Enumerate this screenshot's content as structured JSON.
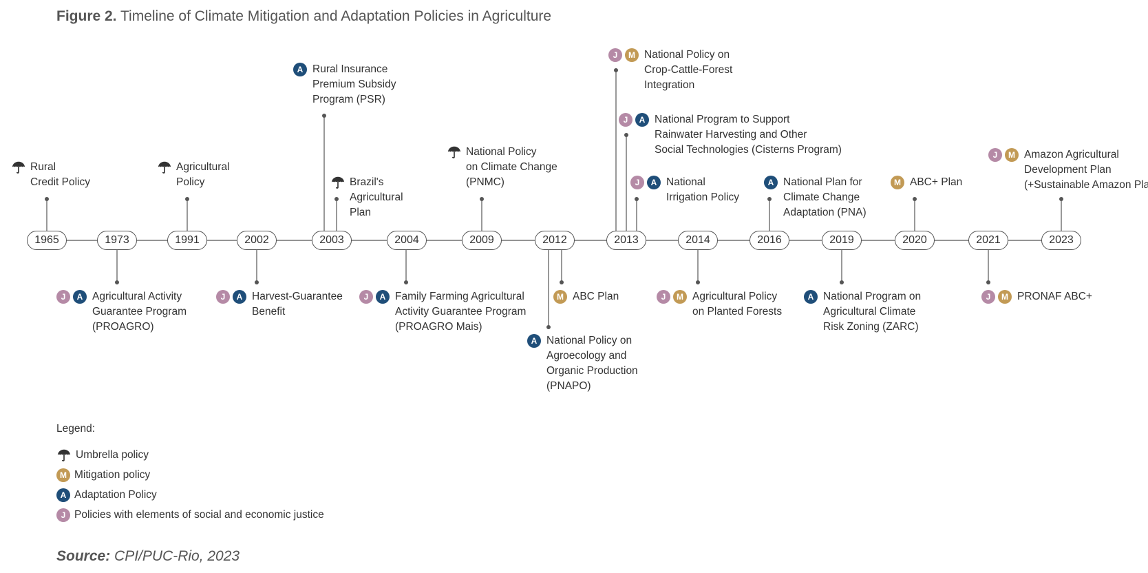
{
  "title": {
    "prefix": "Figure 2.",
    "text": "Timeline of Climate Mitigation and Adaptation Policies in Agriculture"
  },
  "source": {
    "prefix": "Source:",
    "text": "CPI/PUC-Rio, 2023"
  },
  "colors": {
    "justice": "#b58aa6",
    "adaptation": "#1f4e79",
    "mitigation": "#c29a55",
    "line": "#555555",
    "text": "#333333"
  },
  "years": [
    "1965",
    "1973",
    "1991",
    "2002",
    "2003",
    "2004",
    "2009",
    "2012",
    "2013",
    "2014",
    "2016",
    "2019",
    "2020",
    "2021",
    "2023"
  ],
  "events": [
    {
      "year": "1965",
      "badges": [
        "U"
      ],
      "lines": [
        "Rural",
        "Credit Policy"
      ]
    },
    {
      "year": "1973",
      "badges": [
        "J",
        "A"
      ],
      "lines": [
        "Agricultural Activity",
        "Guarantee Program",
        "(PROAGRO)"
      ]
    },
    {
      "year": "1991",
      "badges": [
        "U"
      ],
      "lines": [
        "Agricultural",
        "Policy"
      ]
    },
    {
      "year": "2002",
      "badges": [
        "J",
        "A"
      ],
      "lines": [
        "Harvest-Guarantee",
        "Benefit"
      ]
    },
    {
      "year": "2003",
      "badges": [
        "A"
      ],
      "lines": [
        "Rural Insurance",
        "Premium Subsidy",
        "Program (PSR)"
      ]
    },
    {
      "year": "2003",
      "badges": [
        "U"
      ],
      "lines": [
        "Brazil's",
        "Agricultural",
        "Plan"
      ]
    },
    {
      "year": "2004",
      "badges": [
        "J",
        "A"
      ],
      "lines": [
        "Family Farming Agricultural",
        "Activity Guarantee Program",
        "(PROAGRO Mais)"
      ]
    },
    {
      "year": "2009",
      "badges": [
        "U"
      ],
      "lines": [
        "National Policy",
        "on Climate Change",
        "(PNMC)"
      ]
    },
    {
      "year": "2012",
      "badges": [
        "M"
      ],
      "lines": [
        "ABC Plan"
      ]
    },
    {
      "year": "2012",
      "badges": [
        "A"
      ],
      "lines": [
        "National Policy on",
        "Agroecology and",
        "Organic Production",
        "(PNAPO)"
      ]
    },
    {
      "year": "2013",
      "badges": [
        "J",
        "M"
      ],
      "lines": [
        "National Policy on",
        "Crop-Cattle-Forest",
        "Integration"
      ]
    },
    {
      "year": "2013",
      "badges": [
        "J",
        "A"
      ],
      "lines": [
        "National Program to Support",
        "Rainwater Harvesting and Other",
        "Social Technologies (Cisterns Program)"
      ]
    },
    {
      "year": "2013",
      "badges": [
        "J",
        "A"
      ],
      "lines": [
        "National",
        "Irrigation Policy"
      ]
    },
    {
      "year": "2014",
      "badges": [
        "J",
        "M"
      ],
      "lines": [
        "Agricultural Policy",
        "on Planted Forests"
      ]
    },
    {
      "year": "2016",
      "badges": [
        "A"
      ],
      "lines": [
        "National Plan for",
        "Climate Change",
        "Adaptation (PNA)"
      ]
    },
    {
      "year": "2019",
      "badges": [
        "A"
      ],
      "lines": [
        "National Program on",
        "Agricultural Climate",
        "Risk Zoning (ZARC)"
      ]
    },
    {
      "year": "2020",
      "badges": [
        "M"
      ],
      "lines": [
        "ABC+ Plan"
      ]
    },
    {
      "year": "2021",
      "badges": [
        "J",
        "M"
      ],
      "lines": [
        "PRONAF ABC+"
      ]
    },
    {
      "year": "2023",
      "badges": [
        "J",
        "M"
      ],
      "lines": [
        "Amazon Agricultural",
        "Development Plan",
        "(+Sustainable Amazon Plan)"
      ]
    }
  ],
  "badge_letters": {
    "J": "J",
    "A": "A",
    "M": "M"
  },
  "icons": {
    "U": "umbrella-icon"
  },
  "legend": {
    "title": "Legend:",
    "items": [
      {
        "badge": "U",
        "text": "Umbrella policy"
      },
      {
        "badge": "M",
        "text": "Mitigation policy"
      },
      {
        "badge": "A",
        "text": "Adaptation Policy"
      },
      {
        "badge": "J",
        "text": "Policies with elements of social and economic justice"
      }
    ]
  }
}
